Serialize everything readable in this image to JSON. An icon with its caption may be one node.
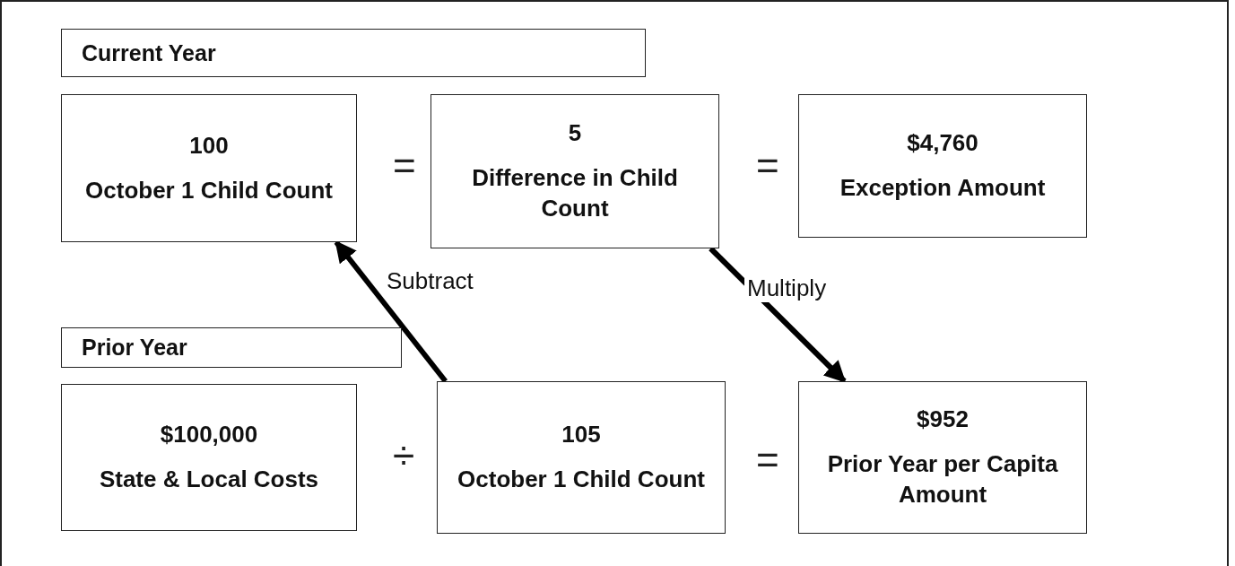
{
  "diagram": {
    "nodes": [
      {
        "text": [
          "Current Year"
        ]
      },
      {
        "text": [
          "100",
          "October 1 Child Count"
        ]
      },
      {
        "text": [
          "5",
          "Difference in Child Count"
        ]
      },
      {
        "text": [
          "$4,760",
          "Exception Amount"
        ]
      },
      {
        "text": [
          "Prior Year"
        ]
      },
      {
        "text": [
          "$100,000",
          "State & Local Costs"
        ]
      },
      {
        "text": [
          "105",
          "October 1 Child Count"
        ]
      },
      {
        "text": [
          "$952",
          "Prior Year per Capita Amount"
        ]
      }
    ],
    "edges": [
      {
        "from": 6,
        "to": 1,
        "arrow": "to",
        "label": "Subtract"
      },
      {
        "from": 2,
        "to": 7,
        "arrow": "to",
        "label": "Multiply"
      }
    ],
    "labels": [
      "=",
      "=",
      "÷",
      "="
    ]
  }
}
